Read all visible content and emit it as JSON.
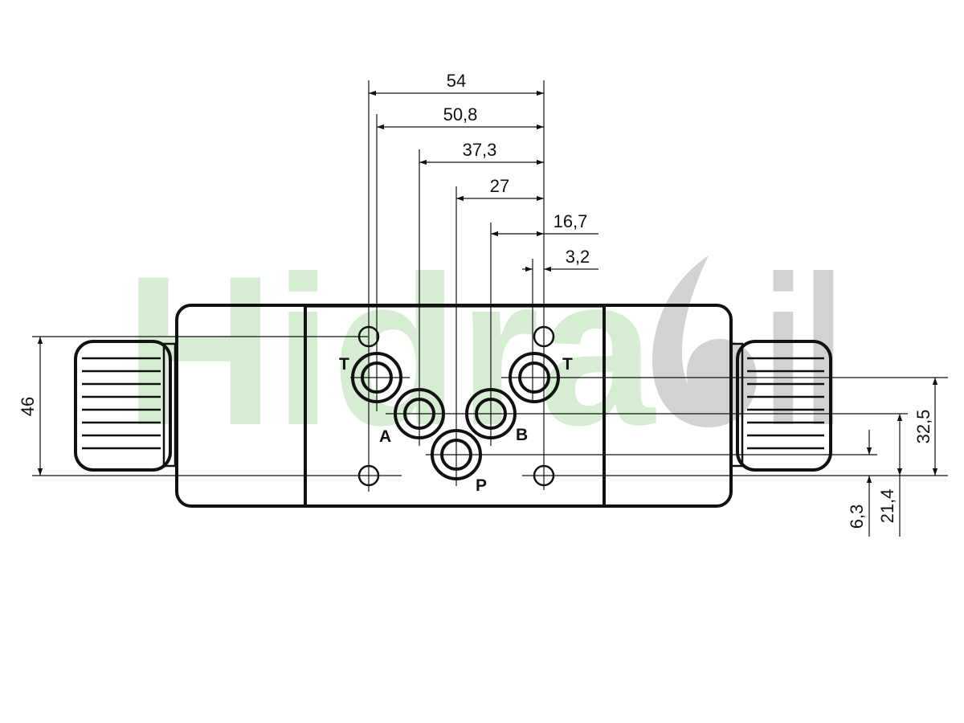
{
  "watermark": {
    "text_left": "Hidra",
    "text_right": "il",
    "colors": {
      "green": "#d6ecd3",
      "grey": "#d2d2d2"
    }
  },
  "ports": {
    "t_left": "T",
    "t_right": "T",
    "a": "A",
    "b": "B",
    "p": "P"
  },
  "dimensions": {
    "d54": "54",
    "d50_8": "50,8",
    "d37_3": "37,3",
    "d27": "27",
    "d16_7": "16,7",
    "d3_2": "3,2",
    "d46": "46",
    "d32_5": "32,5",
    "d21_4": "21,4",
    "d6_3": "6,3"
  },
  "colors": {
    "line": "#111111",
    "background": "#ffffff"
  }
}
